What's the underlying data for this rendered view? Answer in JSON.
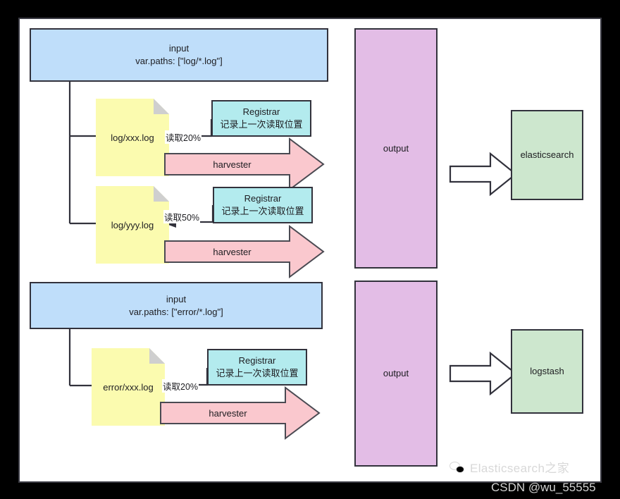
{
  "diagram": {
    "title": "Filebeat input / harvester / registrar / output flow",
    "colors": {
      "input_fill": "#bfdefa",
      "file_fill": "#fbfbaf",
      "registrar_fill": "#b3ebee",
      "harvester_fill": "#fac8ce",
      "output_fill": "#e3bde6",
      "sink_fill": "#cde7ce",
      "stroke": "#32323c",
      "canvas": "#ffffff",
      "frame": "#000000"
    },
    "groups": [
      {
        "input": {
          "line1": "input",
          "line2": "var.paths: [\"log/*.log\"]"
        },
        "files": [
          {
            "name": "log/xxx.log",
            "read_label": "读取20%",
            "registrar": {
              "line1": "Registrar",
              "line2": "记录上一次读取位置"
            },
            "harvester_label": "harvester"
          },
          {
            "name": "log/yyy.log",
            "read_label": "读取50%",
            "registrar": {
              "line1": "Registrar",
              "line2": "记录上一次读取位置"
            },
            "harvester_label": "harvester"
          }
        ],
        "output": {
          "label": "output"
        },
        "sink": {
          "label": "elasticsearch"
        }
      },
      {
        "input": {
          "line1": "input",
          "line2": "var.paths: [\"error/*.log\"]"
        },
        "files": [
          {
            "name": "error/xxx.log",
            "read_label": "读取20%",
            "registrar": {
              "line1": "Registrar",
              "line2": "记录上一次读取位置"
            },
            "harvester_label": "harvester"
          }
        ],
        "output": {
          "label": "output"
        },
        "sink": {
          "label": "logstash"
        }
      }
    ]
  },
  "watermark": {
    "brand": "Elasticsearch之家",
    "icon": "wechat-icon",
    "credit": "CSDN @wu_55555"
  }
}
